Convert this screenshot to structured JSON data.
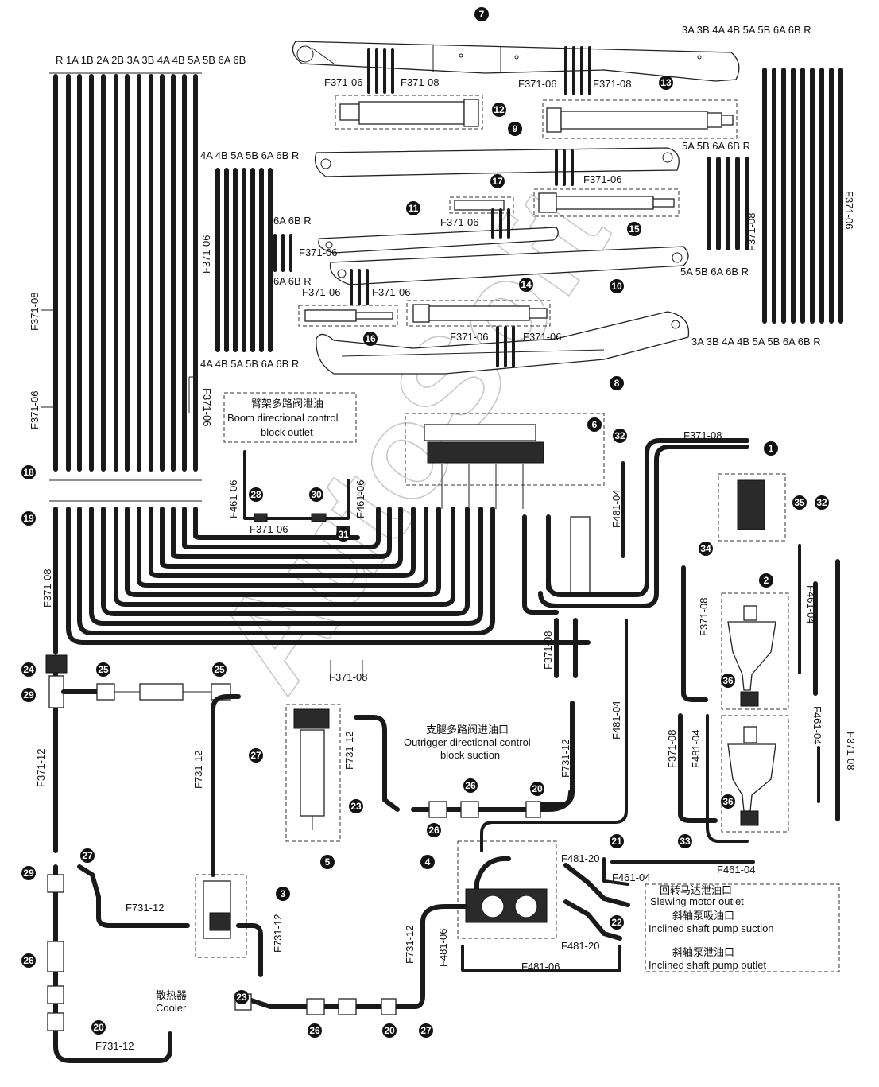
{
  "callouts": [
    "1",
    "2",
    "3",
    "4",
    "5",
    "6",
    "7",
    "8",
    "9",
    "10",
    "11",
    "12",
    "13",
    "14",
    "15",
    "16",
    "17",
    "18",
    "19",
    "20",
    "21",
    "22",
    "23",
    "24",
    "25",
    "26",
    "27",
    "28",
    "29",
    "30",
    "31",
    "32",
    "33",
    "34",
    "35",
    "36"
  ],
  "labels": {
    "top_left_ports": "R  1A 1B 2A 2B 3A 3B 4A 4B 5A 5B 6A 6B",
    "top_right_ports": "3A 3B 4A 4B 5A 5B 6A 6B R",
    "bottom_right_ports": "3A 3B 4A 4B 5A 5B 6A 6B R",
    "mid_left_ports_top": "4A 4B 5A 5B 6A 6B R",
    "mid_left_ports_bottom": "4A 4B 5A 5B 6A 6B R",
    "arm9_right_ports": "5A 5B 6A 6B R",
    "arm10_right_ports": "5A 5B 6A 6B R",
    "arm11_ports_top": "6A  6B  R",
    "arm11_ports_bottom": "6A  6B  R",
    "hose_codes": {
      "f371_06": "F371-06",
      "f371_08": "F371-08",
      "f371_12": "F371-12",
      "f461_04": "F461-04",
      "f461_06": "F461-06",
      "f481_04": "F481-04",
      "f481_06": "F481-06",
      "f481_20": "F481-20",
      "f731_12": "F731-12"
    },
    "boom_outlet_cn": "臂架多路阀泄油",
    "boom_outlet_en_1": "Boom directional control",
    "boom_outlet_en_2": "block outlet",
    "outrigger_cn": "支腿多路阀进油口",
    "outrigger_en_1": "Outrigger directional control",
    "outrigger_en_2": "block suction",
    "slewing_cn": "回转马达泄油口",
    "slewing_en": "Slewing motor outlet",
    "pump_suction_cn": "斜轴泵吸油口",
    "pump_suction_en": "Inclined shaft pump suction",
    "pump_outlet_cn": "斜轴泵泄油口",
    "pump_outlet_en": "Inclined shaft pump outlet",
    "cooler_cn": "散热器",
    "cooler_en": "Cooler"
  },
  "watermark": "AutoSoft",
  "colors": {
    "hose": "#1a1a1a",
    "callout_fill": "#111111",
    "watermark": "#c8c8c8"
  }
}
